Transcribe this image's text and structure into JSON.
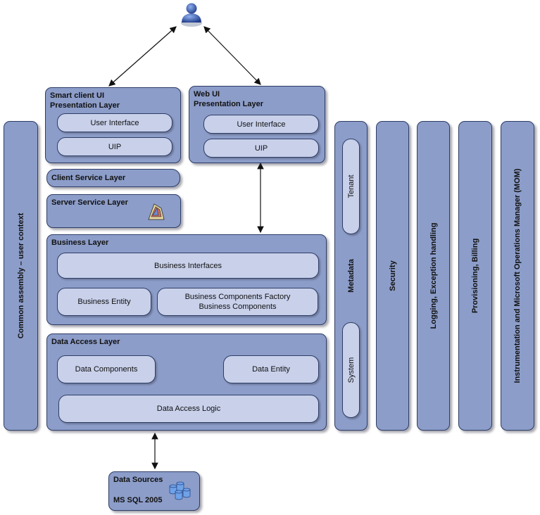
{
  "presentation": {
    "smart_client": {
      "title": "Smart client UI\nPresentation Layer",
      "items": [
        "User Interface",
        "UIP"
      ]
    },
    "web_ui": {
      "title": "Web UI\nPresentation Layer",
      "items": [
        "User Interface",
        "UIP"
      ]
    }
  },
  "client_service": {
    "title": "Client Service Layer"
  },
  "server_service": {
    "title": "Server Service Layer"
  },
  "business": {
    "title": "Business Layer",
    "interfaces": "Business Interfaces",
    "entity": "Business Entity",
    "components": "Business Components Factory\nBusiness Components"
  },
  "data_access": {
    "title": "Data Access Layer",
    "components": "Data Components",
    "entity": "Data Entity",
    "logic": "Data Access Logic"
  },
  "data_sources": {
    "title": "Data Sources",
    "db": "MS SQL 2005"
  },
  "common": {
    "label": "Common assembly – user context"
  },
  "metadata": {
    "label": "Metadata",
    "tenant": "Tenant",
    "system": "System"
  },
  "security": {
    "label": "Security"
  },
  "logging": {
    "label": "Logging, Exception handling"
  },
  "provisioning": {
    "label": "Provisioning, Billing"
  },
  "instrumentation": {
    "label": "Instrumentation and Microsoft Operations Manager (MOM)"
  },
  "colors": {
    "layer_fill": "#8c9dc9",
    "pill_fill": "#c8d0ea",
    "border": "#2e3d66"
  }
}
